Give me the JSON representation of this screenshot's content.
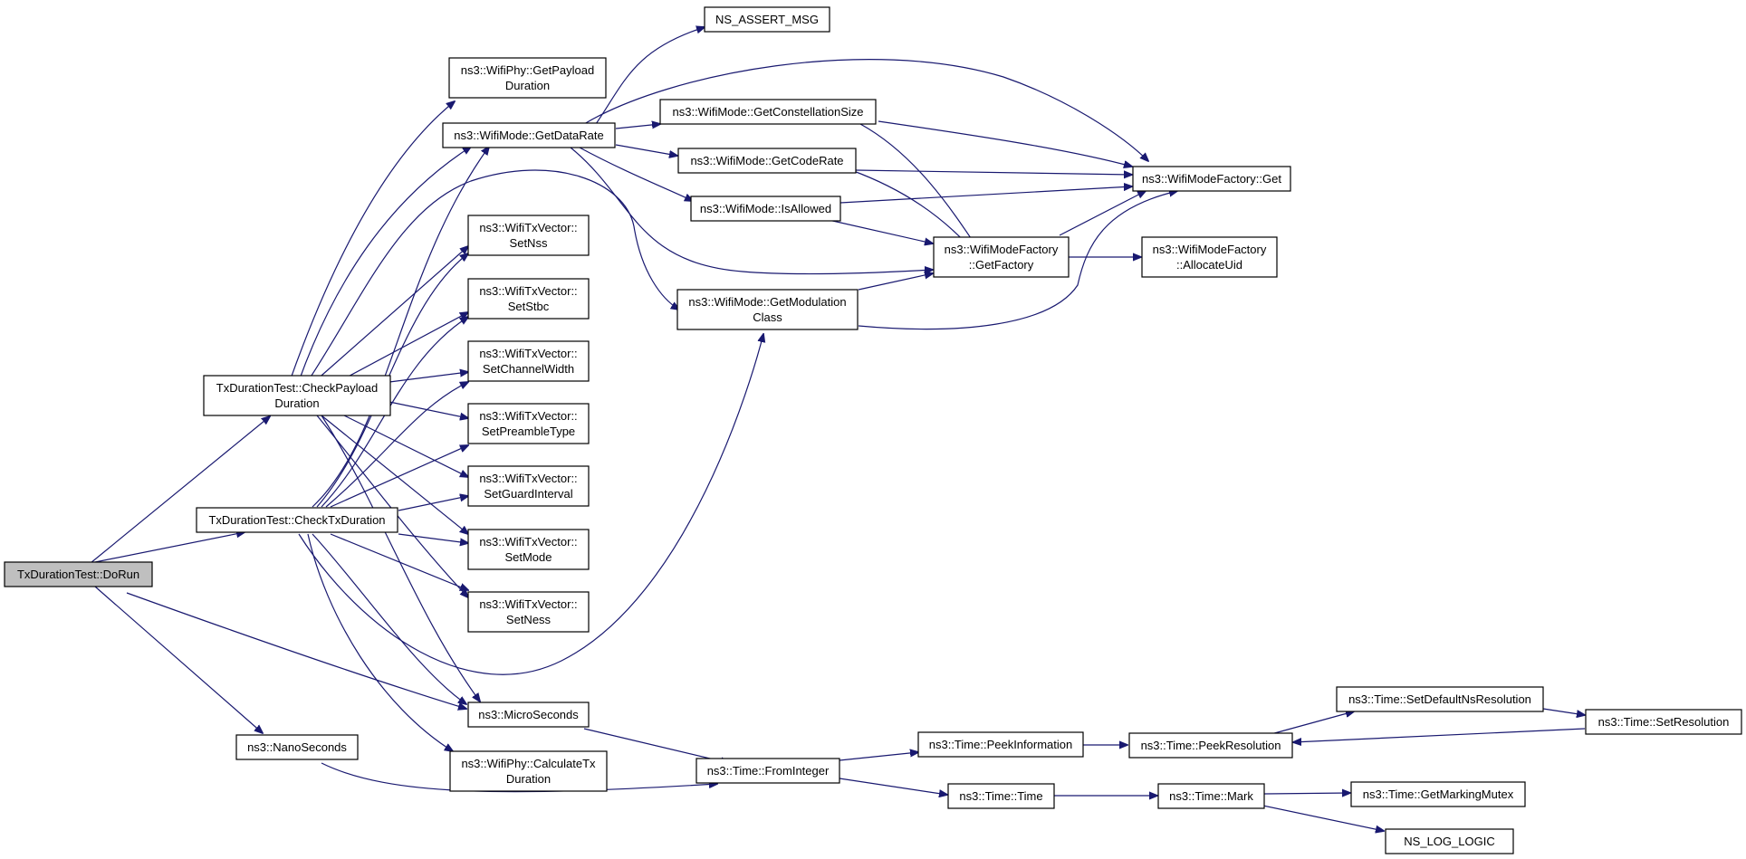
{
  "colors": {
    "edge": "#191970",
    "root_fill": "#bfbfbf",
    "node_fill": "#ffffff",
    "node_border": "#000000"
  },
  "nodes": {
    "dorun": [
      "TxDurationTest::DoRun"
    ],
    "checkPayload": [
      "TxDurationTest::CheckPayload",
      "Duration"
    ],
    "checkTx": [
      "TxDurationTest::CheckTxDuration"
    ],
    "nanoSeconds": [
      "ns3::NanoSeconds"
    ],
    "getPayloadDuration": [
      "ns3::WifiPhy::GetPayload",
      "Duration"
    ],
    "getDataRate": [
      "ns3::WifiMode::GetDataRate"
    ],
    "setNss": [
      "ns3::WifiTxVector::",
      "SetNss"
    ],
    "setStbc": [
      "ns3::WifiTxVector::",
      "SetStbc"
    ],
    "setChannelWidth": [
      "ns3::WifiTxVector::",
      "SetChannelWidth"
    ],
    "setPreambleType": [
      "ns3::WifiTxVector::",
      "SetPreambleType"
    ],
    "setGuardInterval": [
      "ns3::WifiTxVector::",
      "SetGuardInterval"
    ],
    "setMode": [
      "ns3::WifiTxVector::",
      "SetMode"
    ],
    "setNess": [
      "ns3::WifiTxVector::",
      "SetNess"
    ],
    "microSeconds": [
      "ns3::MicroSeconds"
    ],
    "calculateTxDuration": [
      "ns3::WifiPhy::CalculateTx",
      "Duration"
    ],
    "nsAssertMsg": [
      "NS_ASSERT_MSG"
    ],
    "getConstellationSize": [
      "ns3::WifiMode::GetConstellationSize"
    ],
    "getCodeRate": [
      "ns3::WifiMode::GetCodeRate"
    ],
    "isAllowed": [
      "ns3::WifiMode::IsAllowed"
    ],
    "getModulationClass": [
      "ns3::WifiMode::GetModulation",
      "Class"
    ],
    "fromInteger": [
      "ns3::Time::FromInteger"
    ],
    "wifiModeFactoryGet": [
      "ns3::WifiModeFactory::Get"
    ],
    "getFactory": [
      "ns3::WifiModeFactory",
      "::GetFactory"
    ],
    "allocateUid": [
      "ns3::WifiModeFactory",
      "::AllocateUid"
    ],
    "peekInformation": [
      "ns3::Time::PeekInformation"
    ],
    "timeTime": [
      "ns3::Time::Time"
    ],
    "peekResolution": [
      "ns3::Time::PeekResolution"
    ],
    "timeMark": [
      "ns3::Time::Mark"
    ],
    "setDefaultNsResolution": [
      "ns3::Time::SetDefaultNsResolution"
    ],
    "setResolution": [
      "ns3::Time::SetResolution"
    ],
    "getMarkingMutex": [
      "ns3::Time::GetMarkingMutex"
    ],
    "nsLogLogic": [
      "NS_LOG_LOGIC"
    ]
  }
}
